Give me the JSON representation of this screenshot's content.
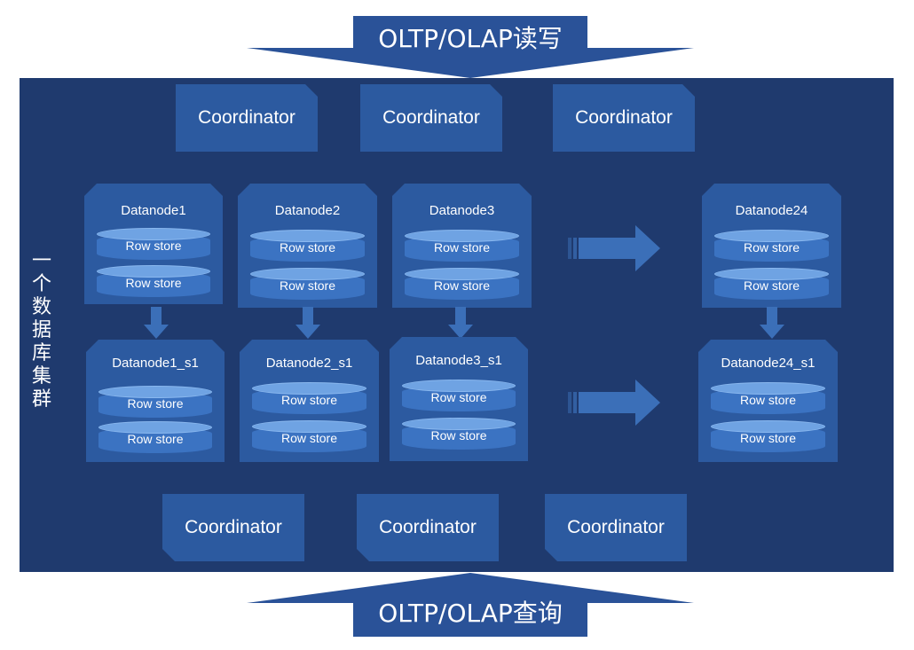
{
  "top_io": {
    "label": "OLTP/OLAP读写"
  },
  "bottom_io": {
    "label": "OLTP/OLAP查询"
  },
  "cluster_label": [
    "一",
    "个",
    "数",
    "据",
    "库",
    "集",
    "群"
  ],
  "coordinators": {
    "top": [
      "Coordinator",
      "Coordinator",
      "Coordinator"
    ],
    "bottom": [
      "Coordinator",
      "Coordinator",
      "Coordinator"
    ]
  },
  "primary_nodes": [
    {
      "name": "Datanode1",
      "stores": [
        "Row store",
        "Row store"
      ]
    },
    {
      "name": "Datanode2",
      "stores": [
        "Row store",
        "Row store"
      ]
    },
    {
      "name": "Datanode3",
      "stores": [
        "Row store",
        "Row store"
      ]
    },
    {
      "name": "Datanode24",
      "stores": [
        "Row store",
        "Row store"
      ]
    }
  ],
  "standby_nodes": [
    {
      "name": "Datanode1_s1",
      "stores": [
        "Row store",
        "Row store"
      ]
    },
    {
      "name": "Datanode2_s1",
      "stores": [
        "Row store",
        "Row store"
      ]
    },
    {
      "name": "Datanode3_s1",
      "stores": [
        "Row store",
        "Row store"
      ]
    },
    {
      "name": "Datanode24_s1",
      "stores": [
        "Row store",
        "Row store"
      ]
    }
  ],
  "colors": {
    "cluster_bg": "#1f3a6e",
    "block": "#2c5aa0",
    "cylinder": "#3b73c2",
    "cylinder_top": "#6fa3e3",
    "io_arrow": "#2a5298"
  }
}
